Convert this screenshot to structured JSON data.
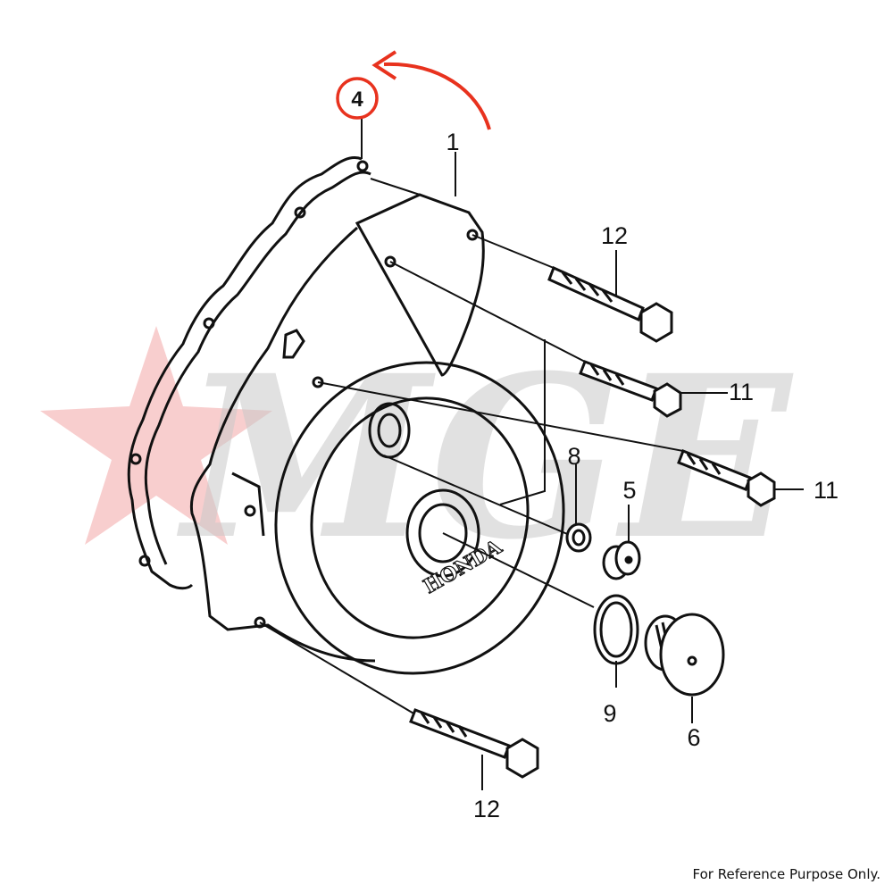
{
  "diagram": {
    "callouts": {
      "p1": "1",
      "p4": "4",
      "p5": "5",
      "p6": "6",
      "p8": "8",
      "p9": "9",
      "p11a": "11",
      "p11b": "11",
      "p12a": "12",
      "p12b": "12"
    },
    "brand_on_cover": "HONDA",
    "highlighted_part": "4",
    "highlight_color": "#e8321e"
  },
  "watermark": {
    "text": "MGE",
    "color": "#c9c9c9",
    "star_color": "#f2a6a6"
  },
  "footer": {
    "note": "For Reference Purpose Only."
  }
}
